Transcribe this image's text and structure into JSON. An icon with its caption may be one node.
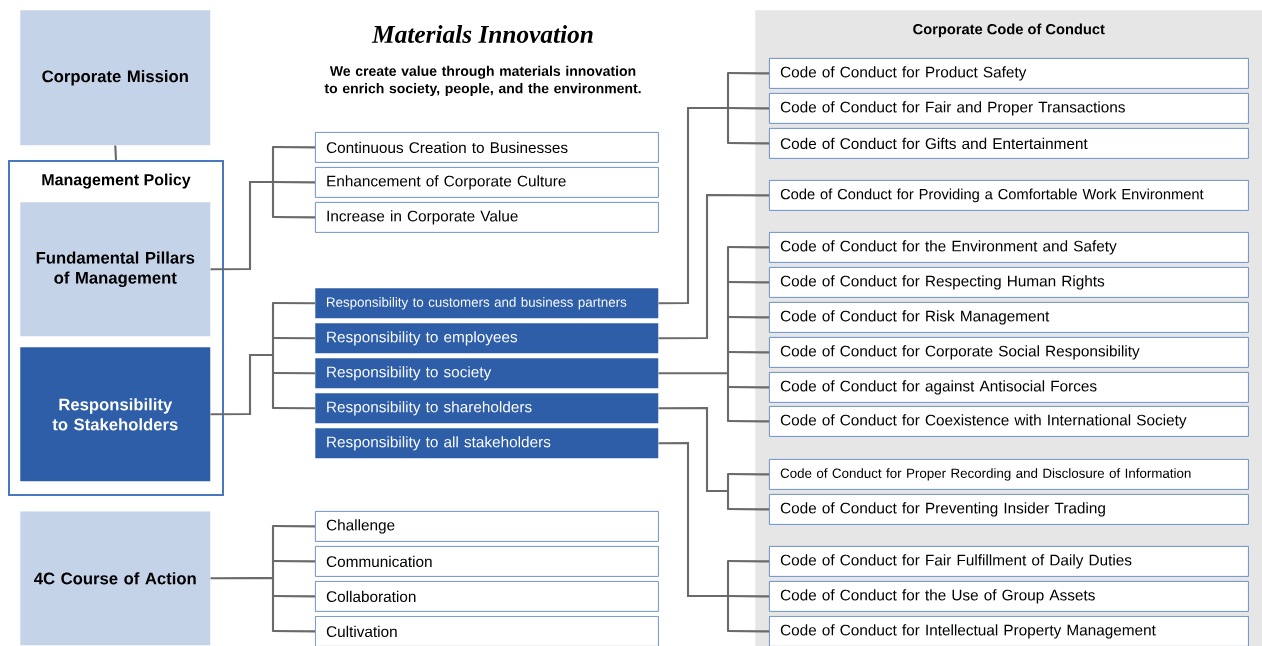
{
  "diagram": {
    "title": "Materials Innovation",
    "nodes": [
      {
        "text": [
          "Corporate Mission"
        ]
      },
      {
        "text": [
          "Management Policy"
        ]
      },
      {
        "text": [
          "Fundamental Pillars of Management"
        ],
        "in": 1
      },
      {
        "text": [
          "Responsibility to Stakeholders"
        ],
        "in": 1
      },
      {
        "text": [
          "4C Course of Action"
        ]
      },
      {
        "text": [
          "Continuous Creation to Businesses"
        ]
      },
      {
        "text": [
          "Enhancement of Corporate Culture"
        ]
      },
      {
        "text": [
          "Increase in Corporate Value"
        ]
      },
      {
        "text": [
          "Responsibility to customers and business partners"
        ]
      },
      {
        "text": [
          "Responsibility to employees"
        ]
      },
      {
        "text": [
          "Responsibility to society"
        ]
      },
      {
        "text": [
          "Responsibility to shareholders"
        ]
      },
      {
        "text": [
          "Responsibility to all stakeholders"
        ]
      },
      {
        "text": [
          "Challenge"
        ]
      },
      {
        "text": [
          "Communication"
        ]
      },
      {
        "text": [
          "Collaboration"
        ]
      },
      {
        "text": [
          "Cultivation"
        ]
      },
      {
        "text": [
          "Corporate Code of Conduct"
        ]
      },
      {
        "text": [
          "Code of Conduct for Product Safety"
        ],
        "in": 17
      },
      {
        "text": [
          "Code of Conduct for Fair and Proper Transactions"
        ],
        "in": 17
      },
      {
        "text": [
          "Code of Conduct for Gifts and Entertainment"
        ],
        "in": 17
      },
      {
        "text": [
          "Code of Conduct for Providing a Comfortable Work Environment"
        ],
        "in": 17
      },
      {
        "text": [
          "Code of Conduct for the Environment and Safety"
        ],
        "in": 17
      },
      {
        "text": [
          "Code of Conduct for Respecting Human Rights"
        ],
        "in": 17
      },
      {
        "text": [
          "Code of Conduct for Risk Management"
        ],
        "in": 17
      },
      {
        "text": [
          "Code of Conduct for Corporate Social Responsibility"
        ],
        "in": 17
      },
      {
        "text": [
          "Code of Conduct for against Antisocial Forces"
        ],
        "in": 17
      },
      {
        "text": [
          "Code of Conduct for Coexistence with International Society"
        ],
        "in": 17
      },
      {
        "text": [
          "Code of Conduct for Proper Recording and Disclosure of Information"
        ],
        "in": 17
      },
      {
        "text": [
          "Code of Conduct for Preventing Insider Trading"
        ],
        "in": 17
      },
      {
        "text": [
          "Code of Conduct for Fair Fulfillment of Daily Duties"
        ],
        "in": 17
      },
      {
        "text": [
          "Code of Conduct for the Use of Group Assets"
        ],
        "in": 17
      },
      {
        "text": [
          "Code of Conduct for Intellectual Property Management"
        ],
        "in": 17
      }
    ],
    "edges": [
      {
        "from": 0,
        "to": 1,
        "arrow": "none"
      },
      {
        "from": 2,
        "to": 5,
        "arrow": "none"
      },
      {
        "from": 2,
        "to": 6,
        "arrow": "none"
      },
      {
        "from": 2,
        "to": 7,
        "arrow": "none"
      },
      {
        "from": 3,
        "to": 8,
        "arrow": "none"
      },
      {
        "from": 3,
        "to": 9,
        "arrow": "none"
      },
      {
        "from": 3,
        "to": 10,
        "arrow": "none"
      },
      {
        "from": 3,
        "to": 11,
        "arrow": "none"
      },
      {
        "from": 4,
        "to": 13,
        "arrow": "none"
      },
      {
        "from": 4,
        "to": 14,
        "arrow": "none"
      },
      {
        "from": 4,
        "to": 15,
        "arrow": "none"
      },
      {
        "from": 4,
        "to": 16,
        "arrow": "none"
      },
      {
        "from": 8,
        "to": 18,
        "arrow": "none"
      },
      {
        "from": 8,
        "to": 19,
        "arrow": "none"
      },
      {
        "from": 8,
        "to": 20,
        "arrow": "none"
      },
      {
        "from": 9,
        "to": 21,
        "arrow": "none"
      },
      {
        "from": 10,
        "to": 22,
        "arrow": "none"
      },
      {
        "from": 10,
        "to": 23,
        "arrow": "none"
      },
      {
        "from": 10,
        "to": 24,
        "arrow": "none"
      },
      {
        "from": 10,
        "to": 25,
        "arrow": "none"
      },
      {
        "from": 10,
        "to": 26,
        "arrow": "none"
      },
      {
        "from": 10,
        "to": 27,
        "arrow": "none"
      },
      {
        "from": 11,
        "to": 28,
        "arrow": "none"
      },
      {
        "from": 11,
        "to": 29,
        "arrow": "none"
      },
      {
        "from": 12,
        "to": 30,
        "arrow": "none"
      },
      {
        "from": 12,
        "to": 31,
        "arrow": "none"
      },
      {
        "from": 12,
        "to": 32,
        "arrow": "none"
      }
    ],
    "labels": [
      "We create value through materials innovation to enrich society, people, and the environment."
    ]
  }
}
